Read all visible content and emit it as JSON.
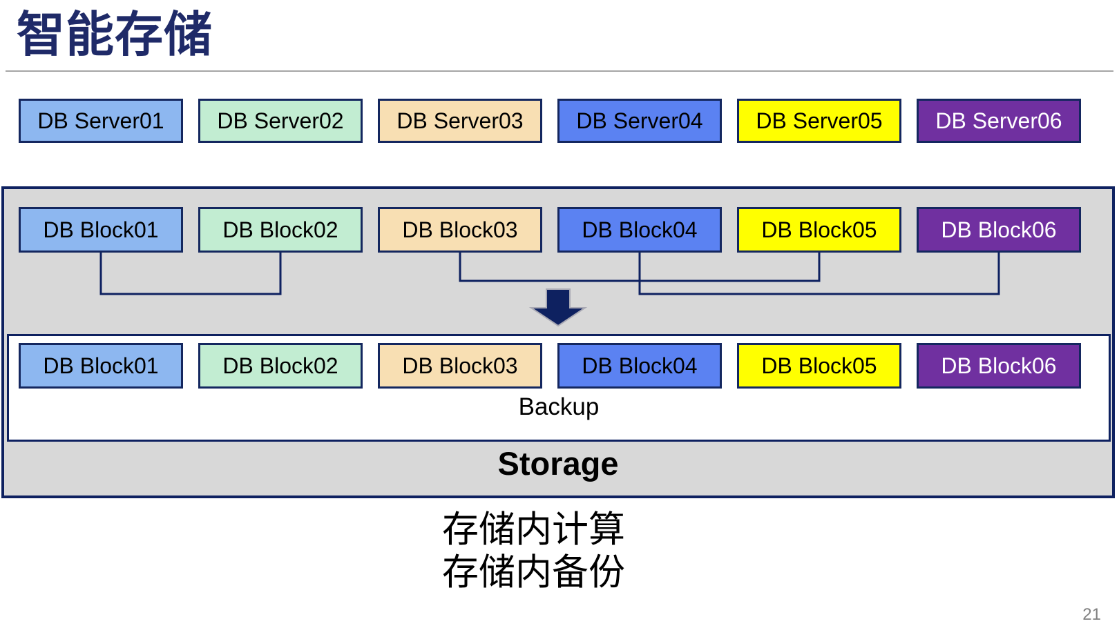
{
  "page": {
    "title": "智能存储",
    "page_number": "21",
    "caption_lines": [
      "存储内计算",
      "存储内备份"
    ]
  },
  "servers": [
    {
      "label": "DB Server01",
      "bg": "#8DB7F0",
      "fg": "#000000"
    },
    {
      "label": "DB Server02",
      "bg": "#C2EDD2",
      "fg": "#000000"
    },
    {
      "label": "DB Server03",
      "bg": "#F8DFB3",
      "fg": "#000000"
    },
    {
      "label": "DB Server04",
      "bg": "#5B82F2",
      "fg": "#000000"
    },
    {
      "label": "DB Server05",
      "bg": "#FFFF00",
      "fg": "#000000"
    },
    {
      "label": "DB Server06",
      "bg": "#7030A0",
      "fg": "#FFFFFF"
    }
  ],
  "blocks_top": [
    {
      "label": "DB Block01",
      "bg": "#8DB7F0",
      "fg": "#000000"
    },
    {
      "label": "DB Block02",
      "bg": "#C2EDD2",
      "fg": "#000000"
    },
    {
      "label": "DB Block03",
      "bg": "#F8DFB3",
      "fg": "#000000"
    },
    {
      "label": "DB Block04",
      "bg": "#5B82F2",
      "fg": "#000000"
    },
    {
      "label": "DB Block05",
      "bg": "#FFFF00",
      "fg": "#000000"
    },
    {
      "label": "DB Block06",
      "bg": "#7030A0",
      "fg": "#FFFFFF"
    }
  ],
  "blocks_bottom": [
    {
      "label": "DB Block01",
      "bg": "#8DB7F0",
      "fg": "#000000"
    },
    {
      "label": "DB Block02",
      "bg": "#C2EDD2",
      "fg": "#000000"
    },
    {
      "label": "DB Block03",
      "bg": "#F8DFB3",
      "fg": "#000000"
    },
    {
      "label": "DB Block04",
      "bg": "#5B82F2",
      "fg": "#000000"
    },
    {
      "label": "DB Block05",
      "bg": "#FFFF00",
      "fg": "#000000"
    },
    {
      "label": "DB Block06",
      "bg": "#7030A0",
      "fg": "#FFFFFF"
    }
  ],
  "storage": {
    "backup_label": "Backup",
    "storage_label": "Storage"
  },
  "colors": {
    "title": "#1F2A68",
    "navy_line": "#0E2160",
    "container_fill": "#D8D8D8",
    "divider": "#A6A6A6",
    "page_number": "#808080"
  }
}
